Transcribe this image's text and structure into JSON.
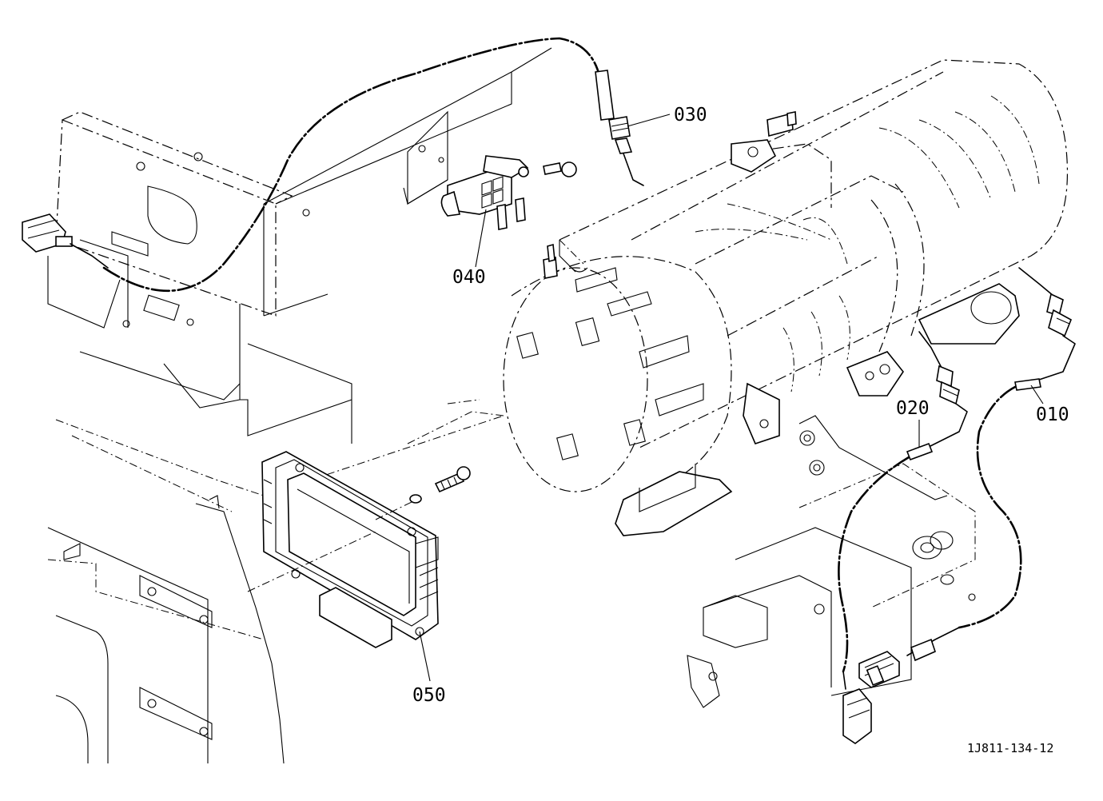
{
  "callouts": {
    "p010": "010",
    "p020": "020",
    "p030": "030",
    "p040": "040",
    "p050": "050"
  },
  "drawing_ref": "1J811-134-12"
}
